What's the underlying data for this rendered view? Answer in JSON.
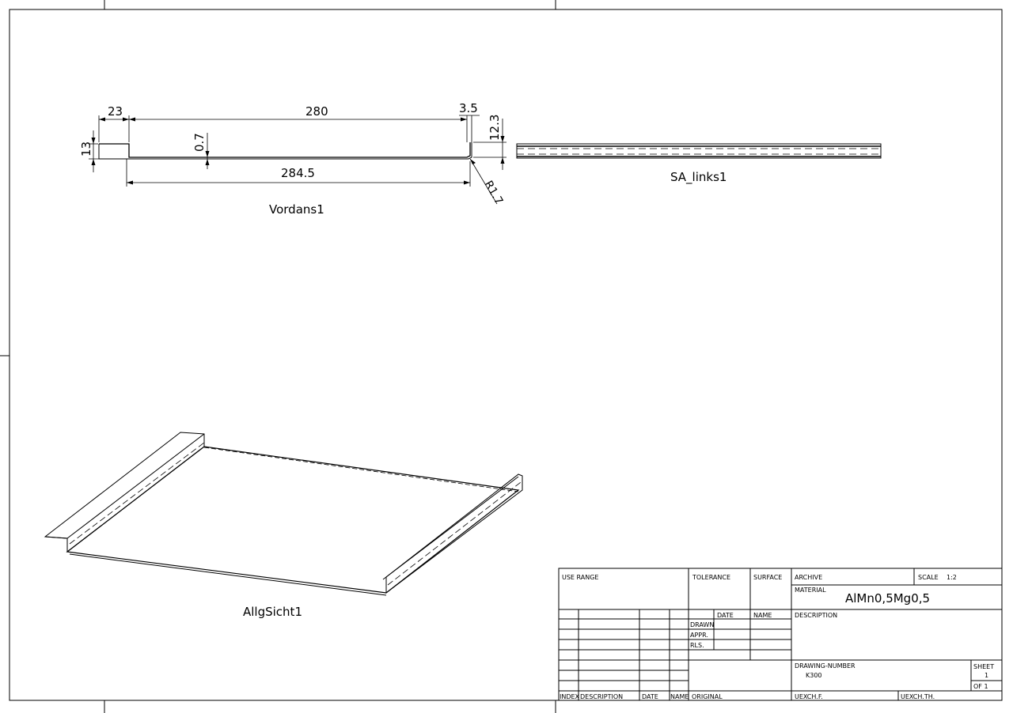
{
  "views": {
    "front": {
      "label": "Vordans1",
      "dims": {
        "w23": "23",
        "w280": "280",
        "w35": "3.5",
        "h123": "12.3",
        "h13": "13",
        "t07": "0.7",
        "w2845": "284.5",
        "r17": "R1.7"
      }
    },
    "side": {
      "label": "SA_links1"
    },
    "iso": {
      "label": "AllgSicht1"
    }
  },
  "title_block": {
    "use_range": "USE RANGE",
    "tolerance": "TOLERANCE",
    "surface": "SURFACE",
    "archive": "ARCHIVE",
    "scale_label": "SCALE",
    "scale_value": "1:2",
    "material_label": "MATERIAL",
    "material_value": "AlMn0,5Mg0,5",
    "date": "DATE",
    "name": "NAME",
    "description": "DESCRIPTION",
    "drawn": "DRAWN",
    "appr": "APPR.",
    "rls": "RLS.",
    "drawing_number_label": "DRAWING-NUMBER",
    "drawing_number_value": "K300",
    "sheet_label": "SHEET",
    "sheet_value": "1",
    "of_label": "OF 1",
    "index": "INDEX",
    "desc2": "DESCRIPTION",
    "date2": "DATE",
    "name2": "NAME",
    "original": "ORIGINAL",
    "exch_f": "UEXCH.F.",
    "exch_th": "UEXCH.TH."
  }
}
